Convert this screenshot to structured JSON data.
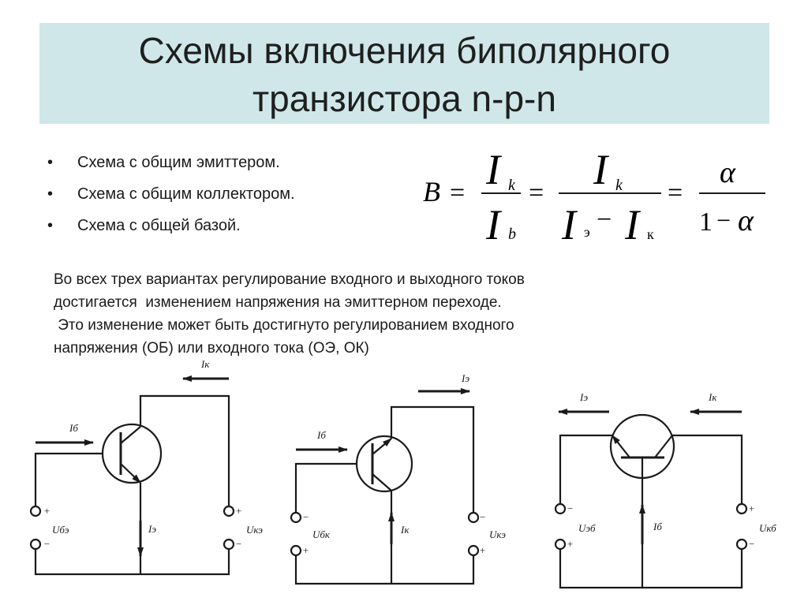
{
  "title": {
    "line1": "Схемы включения биполярного",
    "line2": "транзистора n-p-n"
  },
  "bullets": [
    "Схема с общим эмиттером.",
    "Схема с общим коллектором.",
    "Схема с общей базой."
  ],
  "formula": {
    "B": "B",
    "eq": "=",
    "I": "I",
    "k": "k",
    "b": "b",
    "e": "э",
    "kk": "к",
    "minus": "−",
    "alpha": "α",
    "one": "1"
  },
  "paragraph": [
    "Во всех трех вариантах регулирование входного и выходного токов",
    "достигается  изменением напряжения на эмиттерном переходе.",
    " Это изменение может быть достигнуто регулированием входного",
    "напряжения (ОБ) или входного тока (ОЭ, ОК)"
  ],
  "diagram1": {
    "ik": "Iк",
    "ib": "Iб",
    "ie": "Iэ",
    "uin": "Uбэ",
    "uout": "Uкэ",
    "plus": "+",
    "minus": "−"
  },
  "diagram2": {
    "ie": "Iэ",
    "ib": "Iб",
    "ik": "Iк",
    "uin": "Uбк",
    "uout": "Uкэ",
    "plus": "+",
    "minus": "−"
  },
  "diagram3": {
    "ie": "Iэ",
    "ik": "Iк",
    "ib": "Iб",
    "uin": "Uэб",
    "uout": "Uкб",
    "plus": "+",
    "minus": "−"
  }
}
